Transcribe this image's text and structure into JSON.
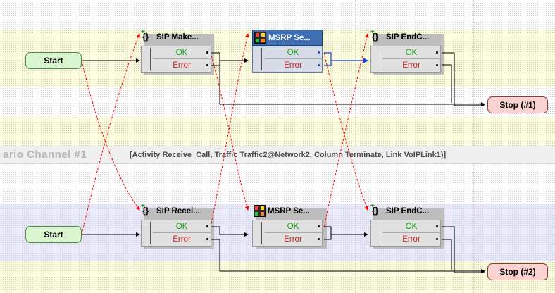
{
  "channel_header": {
    "title": "ario Channel #1",
    "detail": "[Activity Receive_Call, Traffic Traffic2@Network2, Column Terminate, Link VoIPLink1)]"
  },
  "channel1": {
    "start": "Start",
    "act1": {
      "title": "SIP Make...",
      "icon": "braces-icon",
      "ok": "OK",
      "error": "Error"
    },
    "act2": {
      "title": "MSRP Se...",
      "icon": "msrp-icon",
      "ok": "OK",
      "error": "Error"
    },
    "act3": {
      "title": "SIP EndC...",
      "icon": "braces-icon",
      "ok": "OK",
      "error": "Error"
    },
    "stop": "Stop (#1)"
  },
  "channel2": {
    "start": "Start",
    "act1": {
      "title": "SIP Recei...",
      "icon": "braces-icon",
      "ok": "OK",
      "error": "Error"
    },
    "act2": {
      "title": "MSRP Se...",
      "icon": "msrp-icon",
      "ok": "OK",
      "error": "Error"
    },
    "act3": {
      "title": "SIP EndC...",
      "icon": "braces-icon",
      "ok": "OK",
      "error": "Error"
    },
    "stop": "Stop (#2)"
  },
  "colors": {
    "flow": "#000000",
    "sync_link": "#ff0000",
    "selected_link": "#1a3fd6",
    "selected_header": "#3d6fb1"
  }
}
